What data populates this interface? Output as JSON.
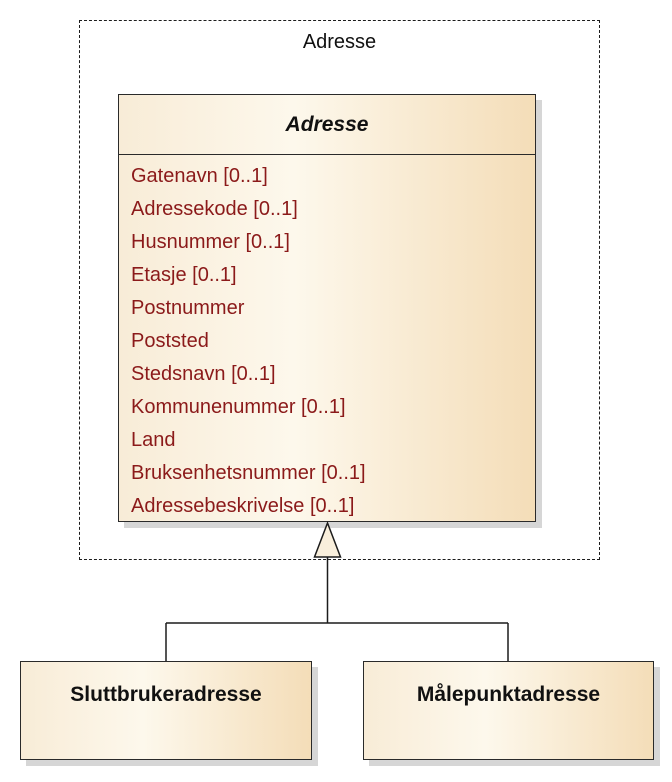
{
  "diagram": {
    "frame": {
      "label": "Adresse"
    },
    "parent_class": {
      "name": "Adresse",
      "attributes": [
        "Gatenavn [0..1]",
        "Adressekode [0..1]",
        "Husnummer [0..1]",
        "Etasje [0..1]",
        "Postnummer",
        "Poststed",
        "Stedsnavn [0..1]",
        "Kommunenummer [0..1]",
        "Land",
        "Bruksenhetsnummer [0..1]",
        "Adressebeskrivelse [0..1]"
      ]
    },
    "subclasses": [
      {
        "name": "Sluttbrukeradresse"
      },
      {
        "name": "Målepunktadresse"
      }
    ],
    "relationship": "generalization",
    "colors": {
      "attribute_text": "#8b1a1a",
      "fill_gradient_left": "#f8ecd7",
      "fill_gradient_mid": "#fdf8ec",
      "fill_gradient_right": "#f4ddb8",
      "box_border": "#2a2a2a",
      "shadow": "#d6d6d6",
      "frame_border_dashed": "#1c1c1c"
    }
  }
}
